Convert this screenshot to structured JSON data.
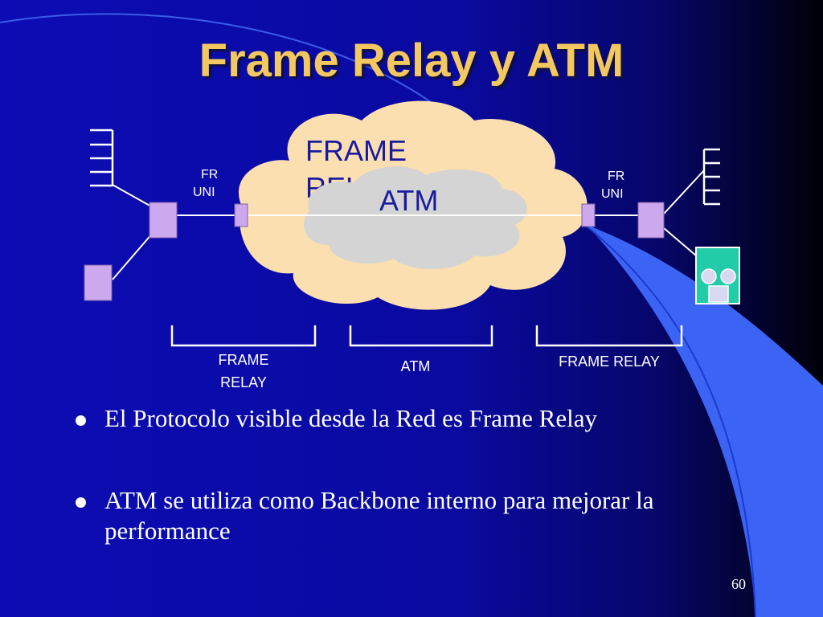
{
  "slide": {
    "title": "Frame Relay y ATM",
    "page_number": "60",
    "colors": {
      "background_start": "#0a0aa8",
      "background_end": "#000000",
      "title": "#f4c860",
      "cloud_outer": "#fbdfb0",
      "cloud_inner": "#d4d4d4",
      "device": "#cca8ee",
      "beam": "#3c64f4",
      "terminal": "#22cca8"
    }
  },
  "diagram": {
    "outer_cloud_label": "FRAME RELAY",
    "inner_cloud_label": "ATM",
    "left_interface_label": "FR UNI",
    "right_interface_label": "FR UNI",
    "segments": [
      {
        "label": "FRAME RELAY"
      },
      {
        "label": "ATM"
      },
      {
        "label": "FRAME RELAY"
      }
    ],
    "icons": [
      "host-rack-icon",
      "switch-icon",
      "terminal-icon"
    ]
  },
  "bullets": [
    "El Protocolo visible desde la Red es Frame Relay",
    "ATM se utiliza como Backbone interno para mejorar la performance"
  ]
}
